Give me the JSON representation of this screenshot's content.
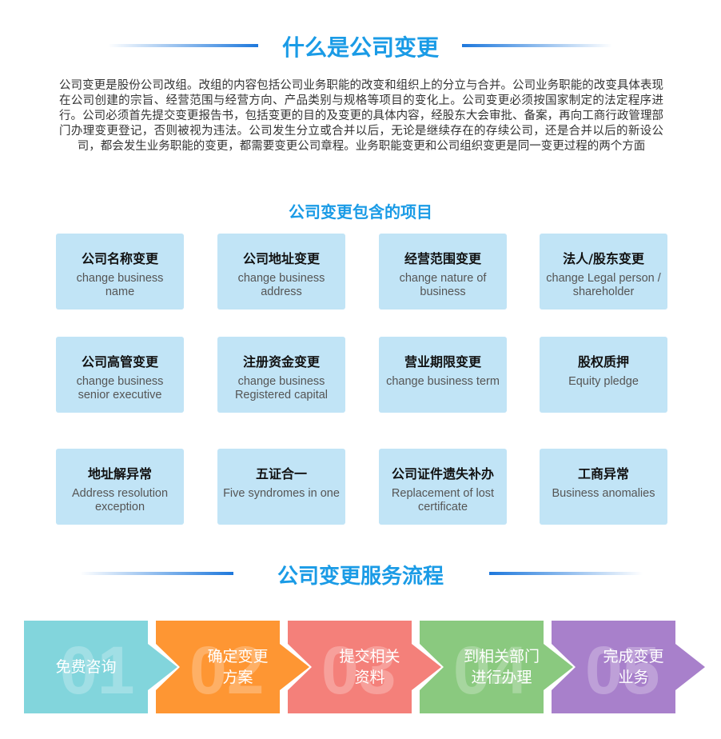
{
  "section1": {
    "title": "什么是公司变更",
    "body": "公司变更是股份公司改组。改组的内容包括公司业务职能的改变和组织上的分立与合并。公司业务职能的改变具体表现在公司创建的宗旨、经营范围与经营方向、产品类别与规格等项目的变化上。公司变更必须按国家制定的法定程序进行。公司必须首先提交变更报告书，包括变更的目的及变更的具体内容，经股东大会审批、备案，再向工商行政管理部门办理变更登记，否则被视为违法。公司发生分立或合并以后，无论是继续存在的存续公司，还是合并以后的新设公司，都会发生业务职能的变更，都需要变更公司章程。业务职能变更和公司组织变更是同一变更过程的两个方面"
  },
  "section2": {
    "title": "公司变更包含的项目",
    "items": [
      {
        "cn": "公司名称变更",
        "en": "change business name"
      },
      {
        "cn": "公司地址变更",
        "en": "change business address"
      },
      {
        "cn": "经营范围变更",
        "en": "change nature of business"
      },
      {
        "cn": "法人/股东变更",
        "en": "change Legal person / shareholder"
      },
      {
        "cn": "公司高管变更",
        "en": "change business senior executive"
      },
      {
        "cn": "注册资金变更",
        "en": "change business Registered capital"
      },
      {
        "cn": "营业期限变更",
        "en": "change business term"
      },
      {
        "cn": "股权质押",
        "en": "Equity pledge"
      },
      {
        "cn": "地址解异常",
        "en": "Address resolution exception"
      },
      {
        "cn": "五证合一",
        "en": "Five syndromes in one"
      },
      {
        "cn": "公司证件遗失补办",
        "en": "Replacement of lost certificate"
      },
      {
        "cn": "工商异常",
        "en": "Business anomalies"
      }
    ]
  },
  "section3": {
    "title": "公司变更服务流程",
    "steps": [
      {
        "num": "01",
        "label": "免费咨询",
        "color": "#82d5dc"
      },
      {
        "num": "02",
        "label": "确定变更\n方案",
        "color": "#fe9633"
      },
      {
        "num": "03",
        "label": "提交相关\n资料",
        "color": "#f4807a"
      },
      {
        "num": "04",
        "label": "到相关部门\n进行办理",
        "color": "#8ac97f"
      },
      {
        "num": "05",
        "label": "完成变更\n业务",
        "color": "#a880cb"
      }
    ]
  }
}
